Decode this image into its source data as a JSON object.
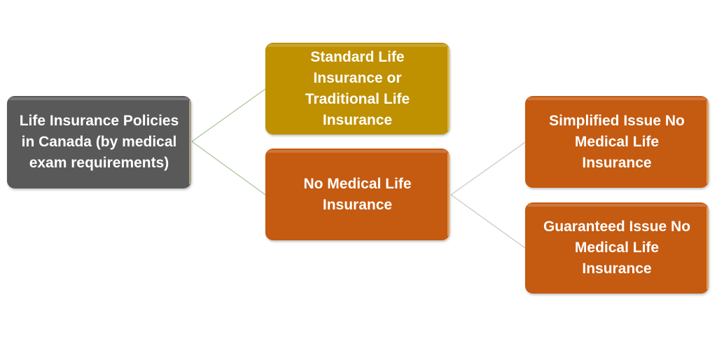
{
  "diagram": {
    "type": "tree",
    "orientation": "left-to-right",
    "background": "#ffffff",
    "nodes": {
      "root": {
        "label": "Life Insurance Policies\nin Canada (by medical\nexam requirements)",
        "color": "#595959"
      },
      "standard": {
        "label": "Standard Life\nInsurance or\nTraditional Life\nInsurance",
        "color": "#BF9000"
      },
      "nomedical": {
        "label": "No Medical Life\nInsurance",
        "color": "#C55A11"
      },
      "simplified": {
        "label": "Simplified Issue No\nMedical Life\nInsurance",
        "color": "#C55A11"
      },
      "guaranteed": {
        "label": "Guaranteed Issue No\nMedical Life\nInsurance",
        "color": "#C55A11"
      }
    },
    "edges": [
      {
        "from": "root",
        "to": "standard",
        "color": "#A9C49B"
      },
      {
        "from": "root",
        "to": "nomedical",
        "color": "#A9C49B"
      },
      {
        "from": "nomedical",
        "to": "simplified",
        "color": "#C8C8C0"
      },
      {
        "from": "nomedical",
        "to": "guaranteed",
        "color": "#C8C8C0"
      }
    ]
  }
}
